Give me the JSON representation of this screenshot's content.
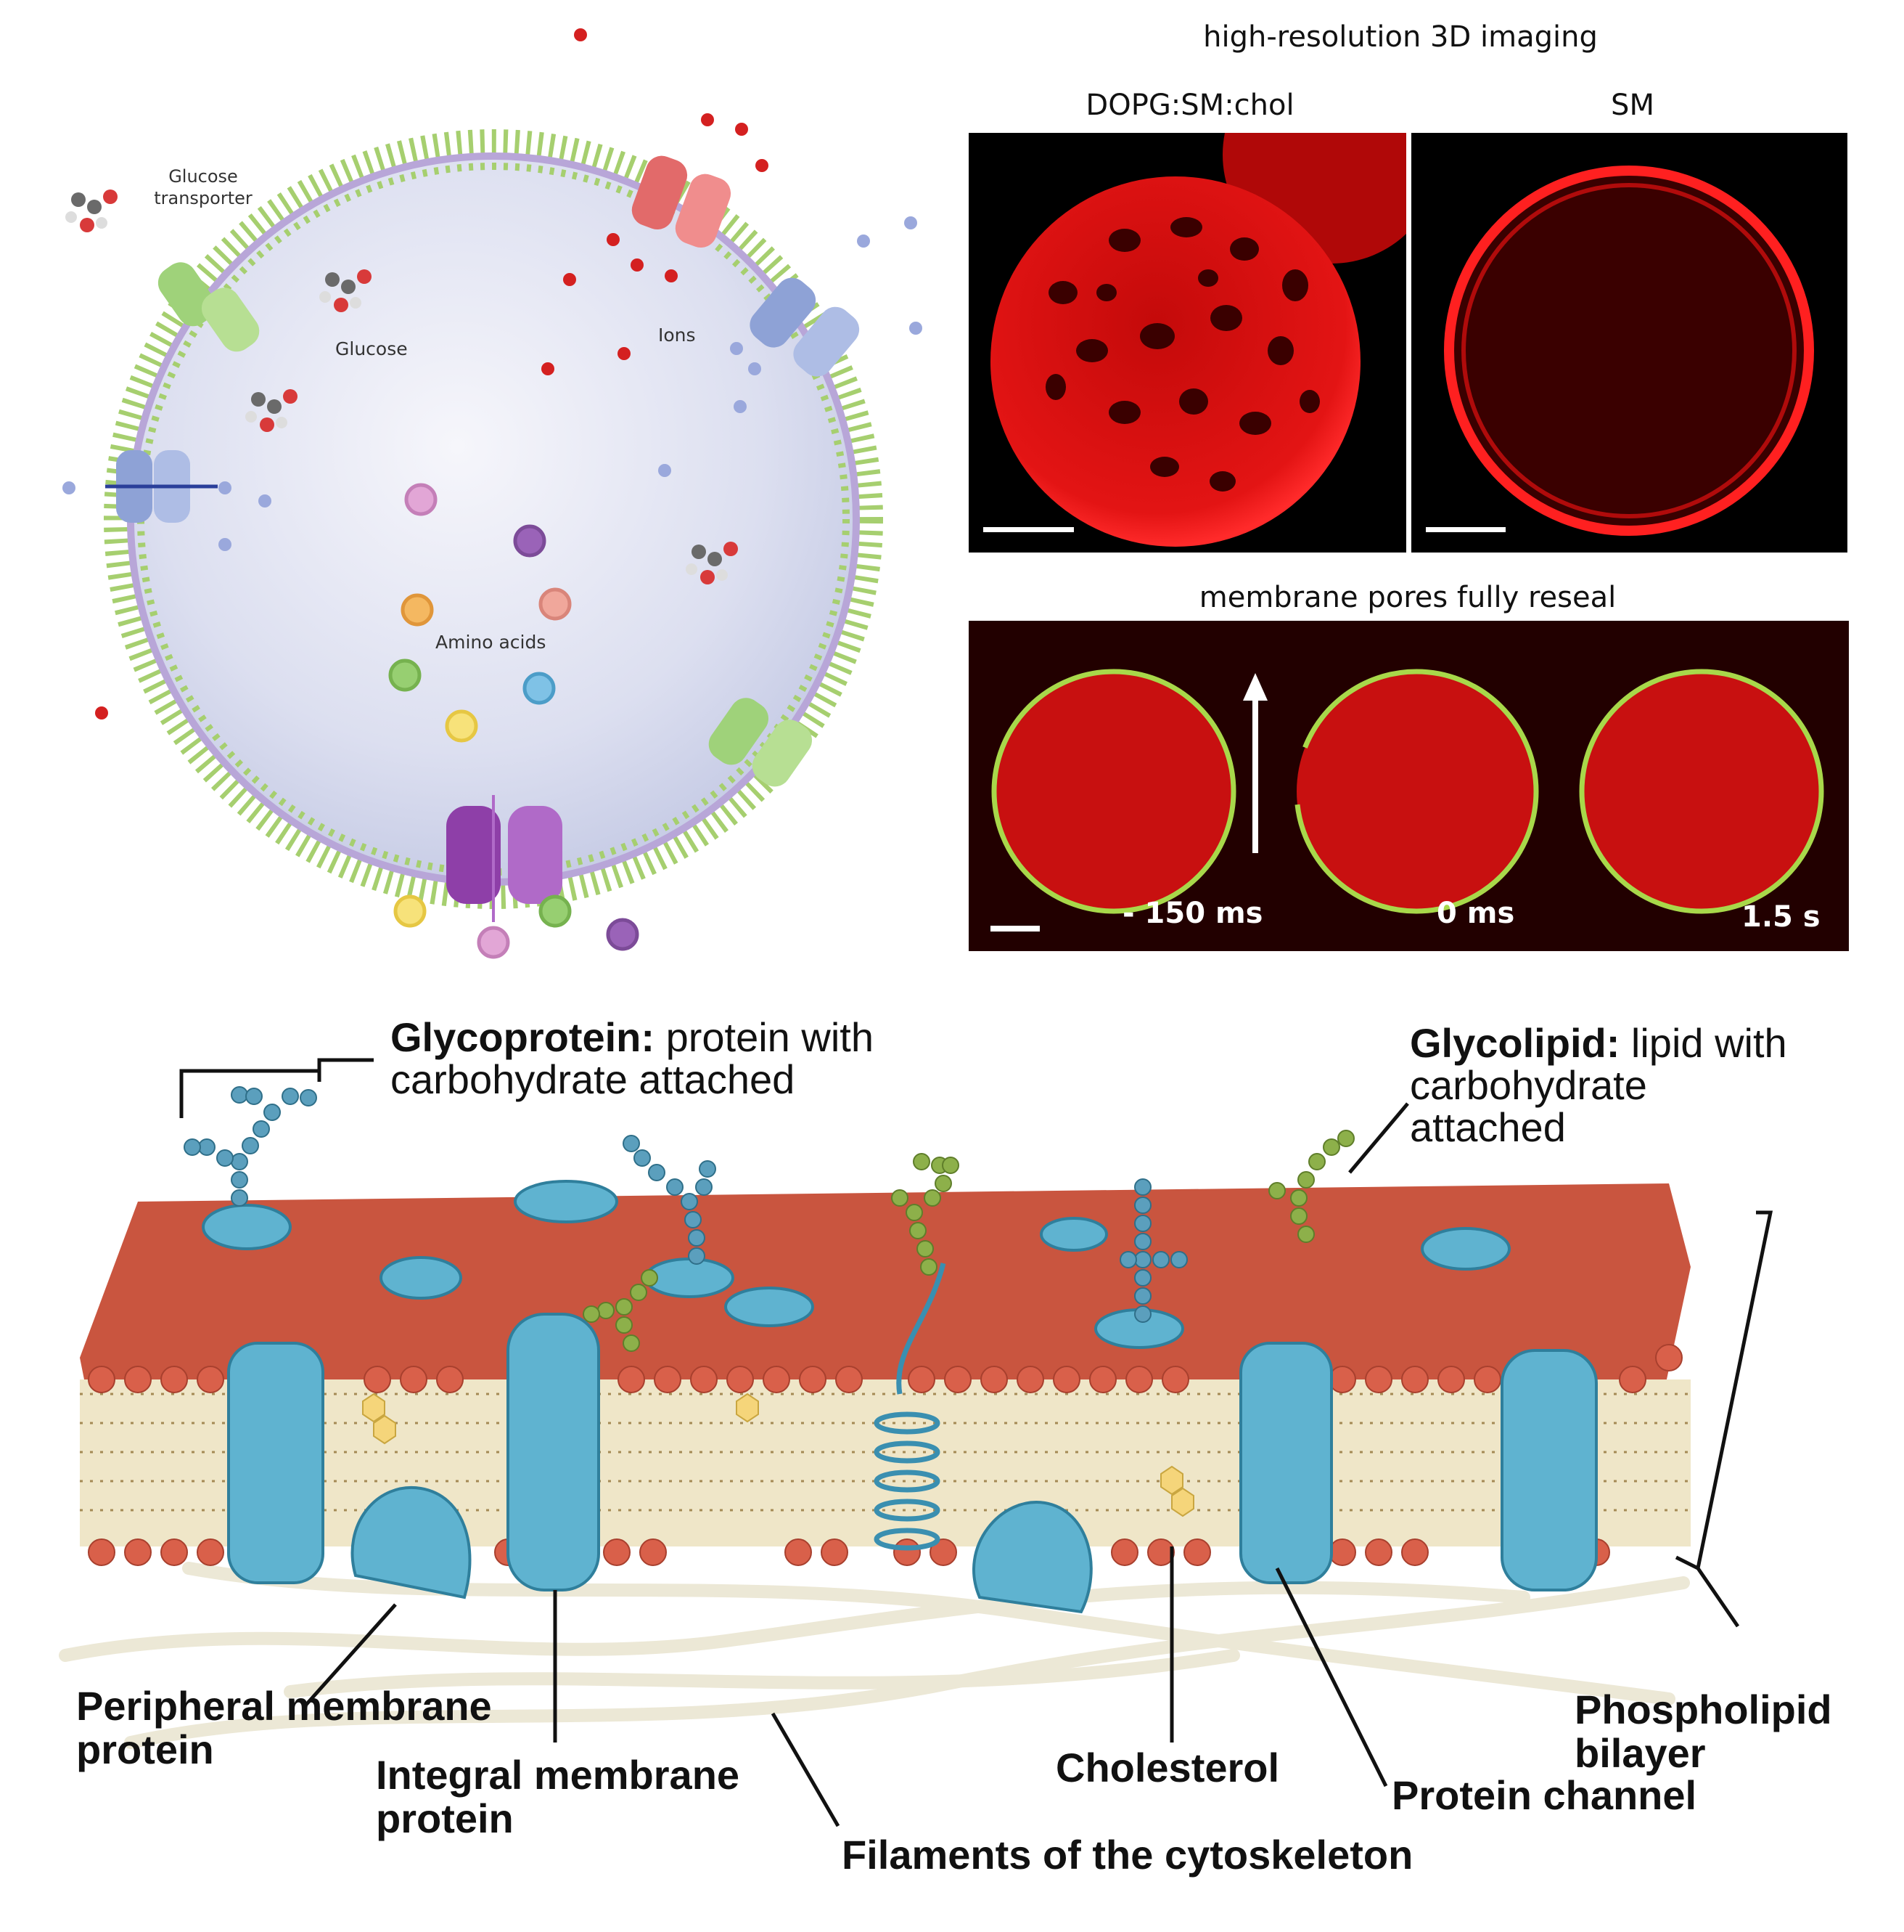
{
  "cell_diagram": {
    "glucose_transporter_label": "Glucose\ntransporter",
    "glucose_label": "Glucose",
    "ions_label": "Ions",
    "amino_acids_label": "Amino acids"
  },
  "imaging": {
    "title": "high-resolution 3D imaging",
    "panel_left_label": "DOPG:SM:chol",
    "panel_right_label": "SM",
    "reseal_title": "membrane pores fully reseal",
    "time_labels": [
      "- 150 ms",
      "0 ms",
      "1.5 s"
    ]
  },
  "membrane": {
    "glycoprotein_term": "Glycoprotein:",
    "glycoprotein_desc": " protein with",
    "glycoprotein_desc2": "carbohydrate attached",
    "glycolipid_term": "Glycolipid:",
    "glycolipid_desc": " lipid with",
    "glycolipid_desc2": "carbohydrate",
    "glycolipid_desc3": "attached",
    "peripheral_line1": "Peripheral membrane",
    "peripheral_line2": "protein",
    "integral_line1": "Integral membrane",
    "integral_line2": "protein",
    "cholesterol": "Cholesterol",
    "protein_channel": "Protein channel",
    "phospholipid_line1": "Phospholipid",
    "phospholipid_line2": "bilayer",
    "filaments": "Filaments of the cytoskeleton"
  },
  "colors": {
    "lipid_head": "#d9604a",
    "protein": "#5fb3d0",
    "glycolipid_sugar": "#8db04a",
    "micrograph_red": "#e01010",
    "membrane_green": "#9ccc55"
  }
}
